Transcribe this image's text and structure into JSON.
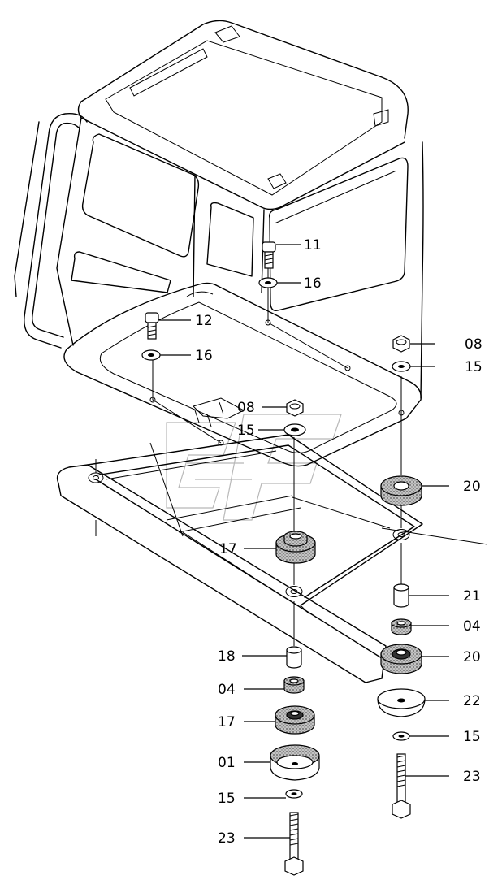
{
  "labels": {
    "l11": "11",
    "l16a": "16",
    "l12": "12",
    "l16b": "16",
    "l08a": "08",
    "l15a": "15",
    "l08b": "08",
    "l15b": "15",
    "l20a": "20",
    "l17a": "17",
    "l21": "21",
    "l04a": "04",
    "l20b": "20",
    "l18": "18",
    "l04b": "04",
    "l22": "22",
    "l17b": "17",
    "l15c": "15",
    "l01": "01",
    "l23a": "23",
    "l15d": "15",
    "l23b": "23"
  },
  "colors": {
    "line": "#000000",
    "rubber": "#8a8a8a",
    "watermark": "#b8b8b8"
  }
}
